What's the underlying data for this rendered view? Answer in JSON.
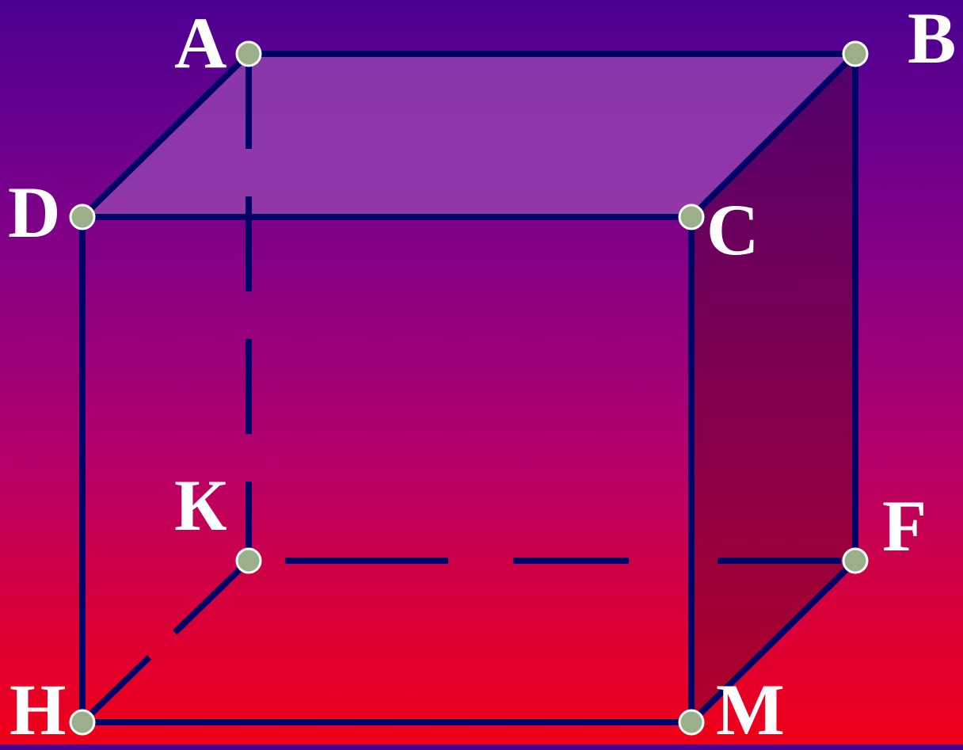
{
  "diagram": {
    "vertices": {
      "A": "A",
      "B": "B",
      "C": "C",
      "D": "D",
      "K": "К",
      "F": "F",
      "H": "H",
      "M": "M"
    },
    "colors": {
      "edge": "#000066",
      "vertex_fill": "#9bb08a",
      "label": "#ffffff",
      "top_face": "#9a4cb4",
      "right_face": "#5a005a"
    }
  }
}
